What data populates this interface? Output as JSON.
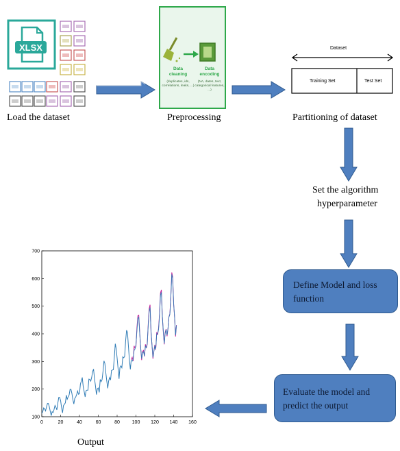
{
  "steps": {
    "load": "Load the dataset",
    "preprocess": "Preprocessing",
    "partition": "Partitioning of dataset",
    "hyper_line1": "Set the algorithm",
    "hyper_line2": "hyperparameter",
    "define_line1": "Define Model and loss",
    "define_line2": "function",
    "evaluate_line1": "Evaluate the model and",
    "evaluate_line2": "predict the output",
    "output": "Output"
  },
  "xlsx_icon": {
    "label": "XLSX",
    "icon": "spreadsheet-file-icon",
    "color": "#2aa89a"
  },
  "preprocessing_panel": {
    "cleaning_title": "Data cleaning",
    "cleaning_detail": "(duplicates, ids, correlations, leaks, ...)",
    "encoding_title": "Data encoding",
    "encoding_detail": "(NA, dates, text, categorical features, ...)",
    "accent": "#2ea84a"
  },
  "partition_diagram": {
    "dataset_label": "Dataset",
    "training_label": "Training Set",
    "test_label": "Test Set"
  },
  "colors": {
    "arrow_fill": "#4f7fbf",
    "box_fill": "#4f7fbf",
    "train_series": "#2e7bb5",
    "predict_series": "#c0209a"
  },
  "chart_data": {
    "type": "line",
    "x_ticks": [
      0,
      20,
      40,
      60,
      80,
      100,
      120,
      140,
      160
    ],
    "y_ticks": [
      100,
      200,
      300,
      400,
      500,
      600,
      700
    ],
    "xlim": [
      0,
      160
    ],
    "ylim": [
      100,
      700
    ],
    "series": [
      {
        "x": [
          0,
          1,
          2,
          3,
          4,
          5,
          6,
          7,
          8,
          9,
          10,
          11,
          12,
          13,
          14,
          15,
          16,
          17,
          18,
          19,
          20,
          21,
          22,
          23,
          24,
          25,
          26,
          27,
          28,
          29,
          30,
          31,
          32,
          33,
          34,
          35,
          36,
          37,
          38,
          39,
          40,
          41,
          42,
          43,
          44,
          45,
          46,
          47,
          48,
          49,
          50,
          51,
          52,
          53,
          54,
          55,
          56,
          57,
          58,
          59,
          60,
          61,
          62,
          63,
          64,
          65,
          66,
          67,
          68,
          69,
          70,
          71,
          72,
          73,
          74,
          75,
          76,
          77,
          78,
          79,
          80,
          81,
          82,
          83,
          84,
          85,
          86,
          87,
          88,
          89,
          90,
          91,
          92,
          93,
          94,
          95
        ],
        "y": [
          112,
          118,
          132,
          129,
          121,
          135,
          148,
          148,
          136,
          119,
          104,
          118,
          115,
          126,
          141,
          135,
          125,
          149,
          170,
          170,
          158,
          133,
          114,
          140,
          145,
          150,
          178,
          163,
          172,
          178,
          199,
          199,
          184,
          162,
          146,
          166,
          171,
          180,
          193,
          181,
          183,
          218,
          230,
          242,
          209,
          191,
          172,
          194,
          196,
          196,
          236,
          235,
          229,
          243,
          264,
          272,
          237,
          211,
          180,
          201,
          204,
          188,
          235,
          227,
          234,
          264,
          302,
          293,
          259,
          229,
          203,
          229,
          242,
          233,
          267,
          269,
          270,
          315,
          364,
          347,
          312,
          274,
          237,
          278,
          284,
          277,
          317,
          313,
          318,
          374,
          413,
          405,
          355,
          306,
          271,
          306
        ]
      },
      {
        "x": [
          95,
          96,
          97,
          98,
          99,
          100,
          101,
          102,
          103,
          104,
          105,
          106,
          107,
          108,
          109,
          110,
          111,
          112,
          113,
          114,
          115,
          116,
          117,
          118,
          119,
          120,
          121,
          122,
          123,
          124,
          125,
          126,
          127,
          128,
          129,
          130,
          131,
          132,
          133,
          134,
          135,
          136,
          137,
          138,
          139,
          140,
          141,
          142,
          143
        ],
        "y": [
          306,
          315,
          301,
          356,
          348,
          355,
          422,
          465,
          467,
          404,
          347,
          305,
          336,
          340,
          318,
          362,
          348,
          363,
          435,
          491,
          505,
          404,
          359,
          310,
          337,
          360,
          342,
          406,
          396,
          420,
          472,
          548,
          559,
          463,
          407,
          362,
          405,
          417,
          391,
          419,
          461,
          472,
          535,
          622,
          606,
          508,
          461,
          390,
          432
        ]
      },
      {
        "x": [
          96,
          97,
          98,
          99,
          100,
          101,
          102,
          103,
          104,
          105,
          106,
          107,
          108,
          109,
          110,
          111,
          112,
          113,
          114,
          115,
          116,
          117,
          118,
          119,
          120,
          121,
          122,
          123,
          124,
          125,
          126,
          127,
          128,
          129,
          130,
          131,
          132,
          133,
          134,
          135,
          136,
          137,
          138,
          139,
          140,
          141,
          142,
          143
        ],
        "y": [
          300,
          310,
          340,
          345,
          360,
          410,
          455,
          460,
          400,
          350,
          310,
          330,
          335,
          320,
          355,
          350,
          365,
          430,
          480,
          495,
          410,
          360,
          315,
          335,
          355,
          345,
          400,
          400,
          415,
          465,
          540,
          550,
          465,
          410,
          365,
          400,
          415,
          395,
          420,
          460,
          470,
          530,
          615,
          600,
          510,
          460,
          395,
          430
        ]
      }
    ]
  }
}
